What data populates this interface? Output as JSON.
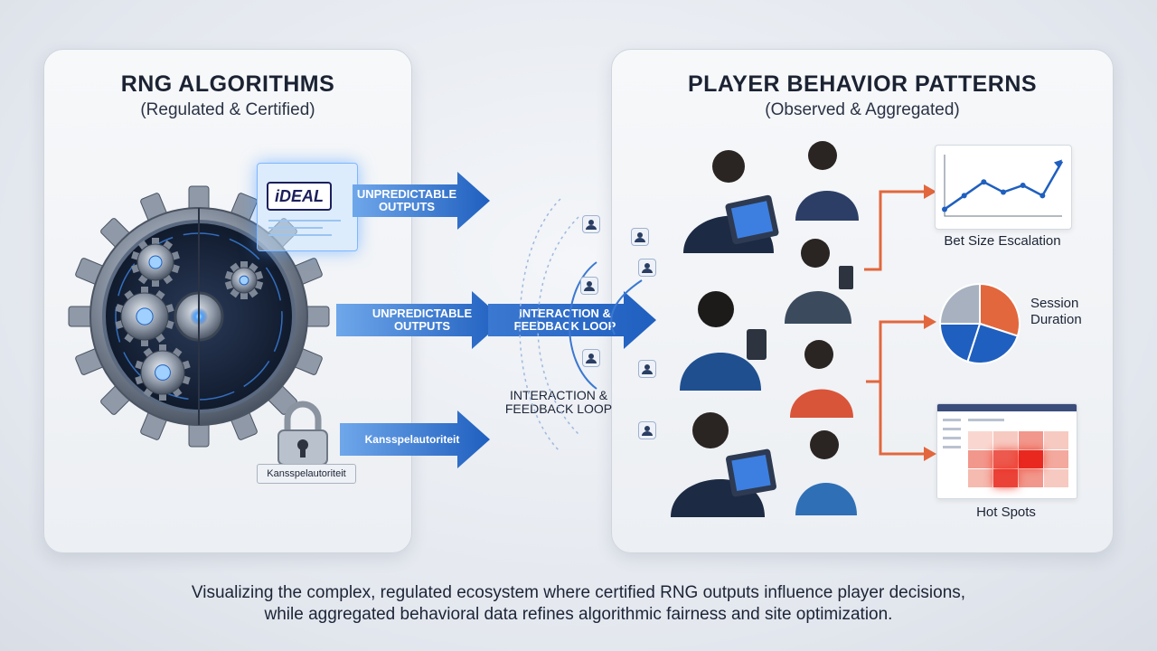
{
  "left_panel": {
    "title": "RNG ALGORITHMS",
    "subtitle": "(Regulated & Certified)",
    "ideal_logo_text": "iDEAL",
    "lock_label": "Kansspelautoriteit"
  },
  "right_panel": {
    "title": "PLAYER BEHAVIOR PATTERNS",
    "subtitle": "(Observed & Aggregated)",
    "metrics": {
      "bet_size_label": "Bet Size Escalation",
      "session_label_line1": "Session",
      "session_label_line2": "Duration",
      "hot_spots_label": "Hot Spots"
    }
  },
  "arrows": {
    "top_line1": "UNPREDICTABLE",
    "top_line2": "OUTPUTS",
    "middle_line1": "UNPREDICTABLE",
    "middle_line2": "OUTPUTS",
    "loop_line1": "INTERACTION &",
    "loop_line2": "FEEDBACK LOOP",
    "bottom_label": "Kansspelautoriteit"
  },
  "loop_caption": {
    "line1": "INTERACTION &",
    "line2": "FEEDBACK LOOP"
  },
  "caption": {
    "line1": "Visualizing the complex, regulated ecosystem where certified RNG outputs influence player decisions,",
    "line2": "while aggregated behavioral data refines algorithmic fairness and site optimization."
  },
  "colors": {
    "arrow_blue": "#1f5fbf",
    "accent_orange": "#e2673d",
    "pie_orange": "#e2673d",
    "pie_blue": "#1f5fbf",
    "pie_gray": "#a7b1c0",
    "line_chart_blue": "#1f5fbf"
  },
  "icons": [
    "gear-icon",
    "lock-icon",
    "ideal-logo",
    "user-icon",
    "person-icon",
    "line-chart-icon",
    "pie-chart-icon",
    "heatmap-icon"
  ],
  "chart_data": [
    {
      "type": "line",
      "title": "",
      "x": [
        1,
        2,
        3,
        4,
        5,
        6,
        7
      ],
      "series": [
        {
          "values": [
            1,
            3,
            5,
            3.5,
            4.5,
            3,
            8
          ]
        }
      ]
    },
    {
      "type": "pie",
      "title": "",
      "values": [
        30,
        25,
        20,
        25
      ],
      "slice_colors": [
        "#e2673d",
        "#1f5fbf",
        "#1f5fbf",
        "#a7b1c0"
      ]
    }
  ]
}
